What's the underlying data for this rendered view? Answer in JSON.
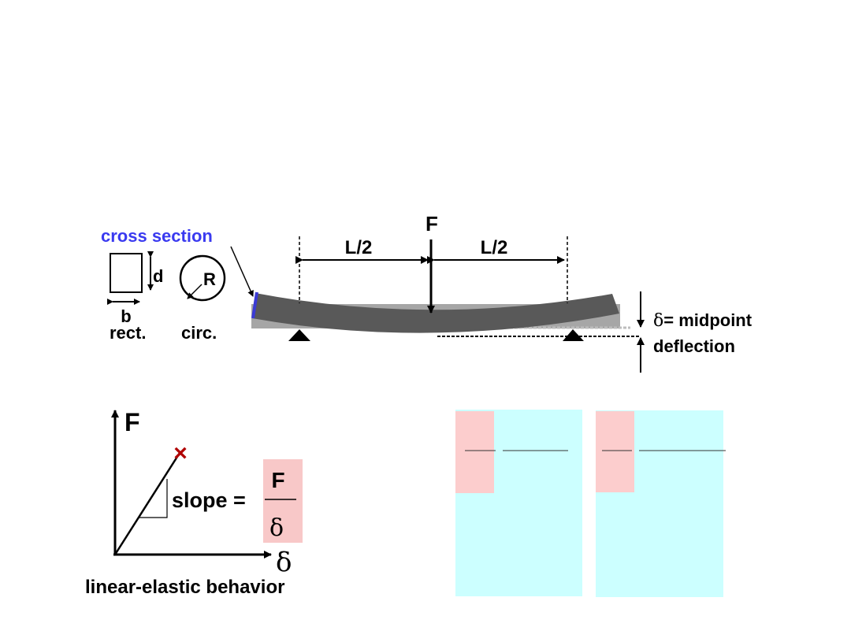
{
  "colors": {
    "beam_dark": "#595959",
    "beam_undeformed": "#a6a6a6",
    "cross_section_label": "#3a3af0",
    "cross_section_edge": "#3b3bd4",
    "fracture_mark": "#b00000",
    "slope_box": "#f8c8c8",
    "panel_bg": "#ccffff",
    "panel_pink": "#fccdcd"
  },
  "beam": {
    "force_label": "F",
    "left_span_label": "L/2",
    "right_span_label": "L/2",
    "cross_section_label": "cross section",
    "rect_width_label": "b",
    "rect_depth_label": "d",
    "circle_radius_label": "R",
    "rect_caption": "rect.",
    "circ_caption": "circ.",
    "deflection_symbol": "δ",
    "deflection_line1": "= midpoint",
    "deflection_line2": "deflection"
  },
  "graph": {
    "y_axis_label": "F",
    "x_axis_label": "δ",
    "slope_prefix": "slope =",
    "slope_numerator": "F",
    "slope_denominator": "δ",
    "fracture_marker": "×",
    "caption": "linear-elastic behavior"
  },
  "icons": {
    "supports": "triangle-support-icon",
    "fracture": "x-mark-icon"
  }
}
